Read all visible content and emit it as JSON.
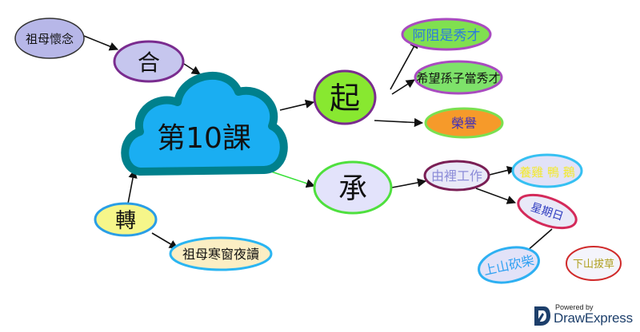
{
  "center": {
    "label": "第10課",
    "fill": "#1aaef2",
    "border": "#00808c"
  },
  "nodes": {
    "he": {
      "label": "合"
    },
    "huainian": {
      "label": "祖母懷念"
    },
    "zhuan": {
      "label": "轉"
    },
    "dushu": {
      "label": "祖母寒窗夜讀"
    },
    "qi": {
      "label": "起"
    },
    "xiucai": {
      "label": "阿阻是秀才"
    },
    "xiwang": {
      "label": "希望孫子當秀才"
    },
    "rongyu": {
      "label": "榮譽"
    },
    "cheng": {
      "label": "承"
    },
    "gongzuo": {
      "label": "由裡工作"
    },
    "jiya": {
      "label": "養雞 鴨 鵝"
    },
    "xingqi": {
      "label": "星期日"
    },
    "kanchai": {
      "label": "上山砍柴"
    },
    "bacao": {
      "label": "下山拔草"
    }
  },
  "branding": {
    "small": "Powered by",
    "big": "DrawExpress"
  }
}
